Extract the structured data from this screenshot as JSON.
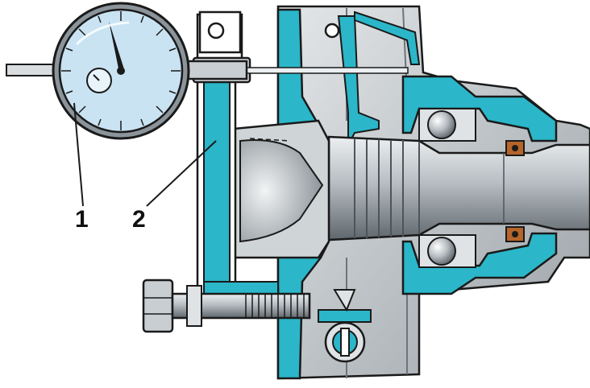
{
  "callouts": [
    {
      "id": "1",
      "text": "1"
    },
    {
      "id": "2",
      "text": "2"
    }
  ],
  "colors": {
    "section_fill": "#2bb6c9",
    "metal_light": "#d9dde0",
    "metal_mid": "#a9afb4",
    "metal_dark": "#6d757c",
    "outline": "#1a1a1a",
    "dial_face": "#c9e3f3",
    "seal": "#b5652a"
  }
}
